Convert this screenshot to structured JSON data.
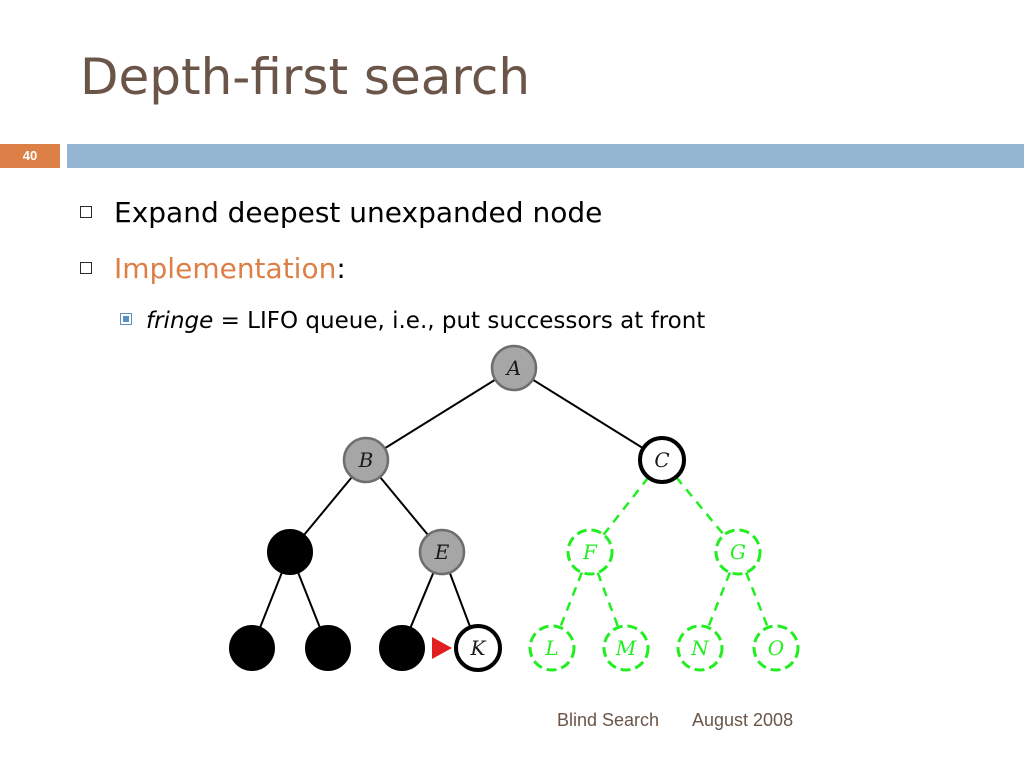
{
  "slide": {
    "title": "Depth-first search",
    "slide_number": "40",
    "bullets": [
      {
        "text": "Expand deepest unexpanded node"
      },
      {
        "highlight": "Implementation",
        "suffix": ":"
      }
    ],
    "sub_bullet": {
      "term": "fringe",
      "text": " = LIFO queue, i.e., put successors at front"
    },
    "footer": {
      "topic": "Blind Search",
      "date": "August 2008"
    }
  },
  "colors": {
    "title": "#6a5548",
    "accent_orange": "#dd8047",
    "bar_blue": "#94b6d2",
    "node_gray": "#a6a6a6",
    "node_black": "#000000",
    "node_green": "#22ee22",
    "pointer_red": "#e02020"
  },
  "tree": {
    "nodes": [
      {
        "id": "A",
        "label": "A",
        "state": "expanded"
      },
      {
        "id": "B",
        "label": "B",
        "state": "expanded"
      },
      {
        "id": "C",
        "label": "C",
        "state": "fringe"
      },
      {
        "id": "D",
        "label": "",
        "state": "removed"
      },
      {
        "id": "E",
        "label": "E",
        "state": "expanded"
      },
      {
        "id": "F",
        "label": "F",
        "state": "unexplored"
      },
      {
        "id": "G",
        "label": "G",
        "state": "unexplored"
      },
      {
        "id": "H",
        "label": "",
        "state": "removed"
      },
      {
        "id": "I",
        "label": "",
        "state": "removed"
      },
      {
        "id": "J",
        "label": "",
        "state": "removed"
      },
      {
        "id": "K",
        "label": "K",
        "state": "current"
      },
      {
        "id": "L",
        "label": "L",
        "state": "unexplored"
      },
      {
        "id": "M",
        "label": "M",
        "state": "unexplored"
      },
      {
        "id": "N",
        "label": "N",
        "state": "unexplored"
      },
      {
        "id": "O",
        "label": "O",
        "state": "unexplored"
      }
    ],
    "edges": [
      [
        "A",
        "B"
      ],
      [
        "A",
        "C"
      ],
      [
        "B",
        "D"
      ],
      [
        "B",
        "E"
      ],
      [
        "C",
        "F"
      ],
      [
        "C",
        "G"
      ],
      [
        "D",
        "H"
      ],
      [
        "D",
        "I"
      ],
      [
        "E",
        "J"
      ],
      [
        "E",
        "K"
      ],
      [
        "F",
        "L"
      ],
      [
        "F",
        "M"
      ],
      [
        "G",
        "N"
      ],
      [
        "G",
        "O"
      ]
    ],
    "pointer_at": "K"
  }
}
